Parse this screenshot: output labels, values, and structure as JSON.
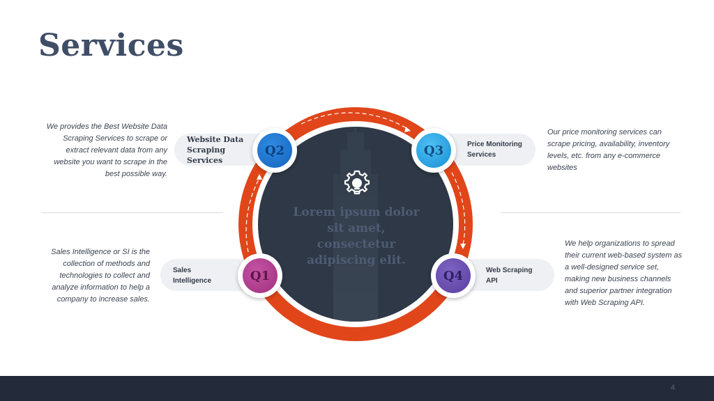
{
  "title": "Services",
  "center": {
    "text": "Lorem ipsum dolor sit amet, consectetur adipiscing elit.",
    "icon": "lightbulb-gear-icon"
  },
  "quadrants": [
    {
      "id": "Q1",
      "label": "Sales Intelligence",
      "description": "Sales Intelligence or SI is the collection of methods and technologies to collect and analyze information to help a company to increase sales.",
      "color": "#a0307e"
    },
    {
      "id": "Q2",
      "label": "Website Data Scraping Services",
      "description": "We provides the Best Website Data Scraping Services to scrape or extract relevant data from any website you want to scrape in the best possible way.",
      "color": "#1565c0"
    },
    {
      "id": "Q3",
      "label": "Price Monitoring Services",
      "description": "Our price monitoring services can scrape pricing, availability, inventory levels, etc. from any e-commerce websites",
      "color": "#1a8fd6"
    },
    {
      "id": "Q4",
      "label": "Web Scraping API",
      "description": "We help organizations to spread their current web-based system as a well-designed service set, making new business channels and superior partner integration with Web Scraping API.",
      "color": "#5a3fa0"
    }
  ],
  "colors": {
    "ring": "#e0461a",
    "circle": "#2e3846",
    "title": "#3f4d66",
    "footer": "#232b3a"
  },
  "page_number": "4"
}
